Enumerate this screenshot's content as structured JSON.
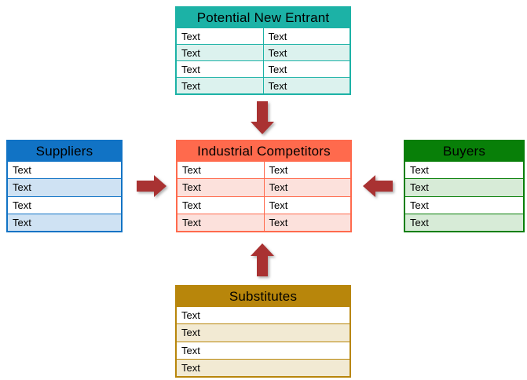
{
  "colors": {
    "teal": "#1CB2A6",
    "teal_light": "#DCF2EE",
    "blue": "#1173C5",
    "blue_light": "#CFE2F3",
    "tomato": "#FF6A4D",
    "tomato_light": "#FCE1DC",
    "green": "#087F08",
    "green_light": "#D7EBD7",
    "gold": "#B8860B",
    "gold_light": "#F2EAD3",
    "arrow": "#A93232",
    "text": "#000000"
  },
  "tables": {
    "potential_new_entrant": {
      "title": "Potential New Entrant",
      "columns": 2,
      "rows": [
        [
          "Text",
          "Text"
        ],
        [
          "Text",
          "Text"
        ],
        [
          "Text",
          "Text"
        ],
        [
          "Text",
          "Text"
        ]
      ]
    },
    "suppliers": {
      "title": "Suppliers",
      "columns": 1,
      "rows": [
        [
          "Text"
        ],
        [
          "Text"
        ],
        [
          "Text"
        ],
        [
          "Text"
        ]
      ]
    },
    "industrial_competitors": {
      "title": "Industrial Competitors",
      "columns": 2,
      "rows": [
        [
          "Text",
          "Text"
        ],
        [
          "Text",
          "Text"
        ],
        [
          "Text",
          "Text"
        ],
        [
          "Text",
          "Text"
        ]
      ]
    },
    "buyers": {
      "title": "Buyers",
      "columns": 1,
      "rows": [
        [
          "Text"
        ],
        [
          "Text"
        ],
        [
          "Text"
        ],
        [
          "Text"
        ]
      ]
    },
    "substitutes": {
      "title": "Substitutes",
      "columns": 1,
      "rows": [
        [
          "Text"
        ],
        [
          "Text"
        ],
        [
          "Text"
        ],
        [
          "Text"
        ]
      ]
    }
  },
  "arrows": [
    {
      "id": "new-entrant-to-competitors",
      "direction": "down"
    },
    {
      "id": "suppliers-to-competitors",
      "direction": "right"
    },
    {
      "id": "buyers-to-competitors",
      "direction": "left"
    },
    {
      "id": "substitutes-to-competitors",
      "direction": "up"
    }
  ]
}
